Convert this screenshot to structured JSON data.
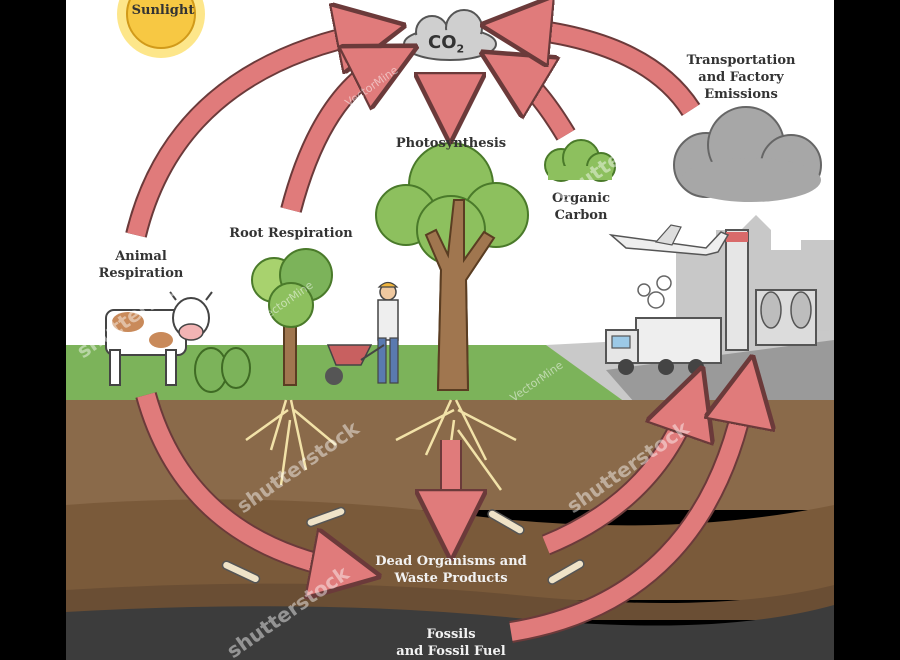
{
  "labels": {
    "sunlight": "Sunlight",
    "co2_main": "CO",
    "co2_sub": "2",
    "photosynthesis": "Photosynthesis",
    "transportation": "Transportation\nand Factory\nEmissions",
    "organic_carbon": "Organic\nCarbon",
    "root_respiration": "Root Respiration",
    "animal_respiration": "Animal\nRespiration",
    "dead_organisms": "Dead Organisms and\nWaste Products",
    "fossils": "Fossils\nand Fossil Fuel"
  },
  "watermarks": {
    "stock": "shutterstock",
    "brand": "VectorMine"
  },
  "colors": {
    "arrow": "#e07b7b",
    "arrow_outline": "#6b3a3a",
    "sky": "#ffffff",
    "grass": "#7cb35a",
    "soil_top": "#8a6a4a",
    "soil_mid": "#7a5a3a",
    "soil_deep": "#5e4630",
    "fossil_layer": "#3c3c3c",
    "sun": "#f7c843",
    "smoke": "#a7a7a7"
  },
  "icons": [
    "sun-icon",
    "cloud-icon",
    "tree-icon",
    "cow-icon",
    "worker-icon",
    "wheelbarrow-icon",
    "truck-icon",
    "airplane-icon",
    "factory-icon",
    "bone-icon",
    "roots-icon"
  ]
}
